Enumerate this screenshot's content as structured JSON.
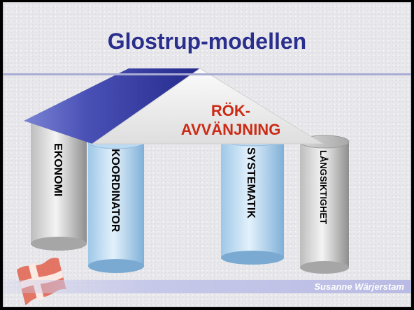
{
  "slide": {
    "title": "Glostrup-modellen",
    "author": "Susanne Wärjerstam"
  },
  "roof": {
    "line1": "RÖK-",
    "line2": "AVVÄNJNING"
  },
  "pillars": [
    {
      "label": "EKONOMI"
    },
    {
      "label": "KOORDINATOR"
    },
    {
      "label": "SYSTEMATIK"
    },
    {
      "label": "LÅNGSIKTIGHET"
    }
  ],
  "flag": {
    "name": "danish-flag-icon",
    "colors": {
      "red": "#e2604e",
      "white": "#fbe9e4"
    }
  },
  "colors": {
    "title": "#2a2e8c",
    "roof_blue": "#2f329e",
    "roof_text": "#cc2a14"
  }
}
